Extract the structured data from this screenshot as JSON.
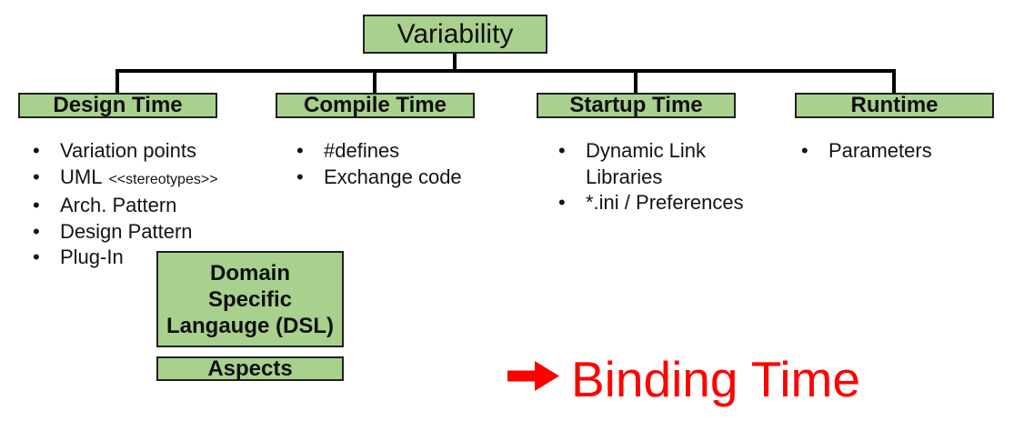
{
  "colors": {
    "box_fill": "#a9d18e",
    "box_border": "#202020",
    "connector_line": "#000000",
    "note_red": "#ff0000"
  },
  "bullet_glyph": "•",
  "root": {
    "label": "Variability"
  },
  "branches": [
    {
      "label": "Design Time",
      "items": [
        {
          "text": "Variation points"
        },
        {
          "text": "UML",
          "small": "<<stereotypes>>"
        },
        {
          "text": "Arch. Pattern"
        },
        {
          "text": "Design Pattern"
        },
        {
          "text": "Plug-In"
        }
      ]
    },
    {
      "label": "Compile Time",
      "items": [
        {
          "text": "#defines"
        },
        {
          "text": "Exchange code"
        }
      ]
    },
    {
      "label": "Startup Time",
      "items": [
        {
          "text": "Dynamic Link\nLibraries"
        },
        {
          "text": "*.ini / Preferences"
        }
      ]
    },
    {
      "label": "Runtime",
      "items": [
        {
          "text": "Parameters"
        }
      ]
    }
  ],
  "extra_boxes": {
    "dsl": {
      "label": "Domain\nSpecific\nLangauge (DSL)"
    },
    "aspects": {
      "label": "Aspects"
    }
  },
  "note": {
    "label": "Binding Time"
  }
}
